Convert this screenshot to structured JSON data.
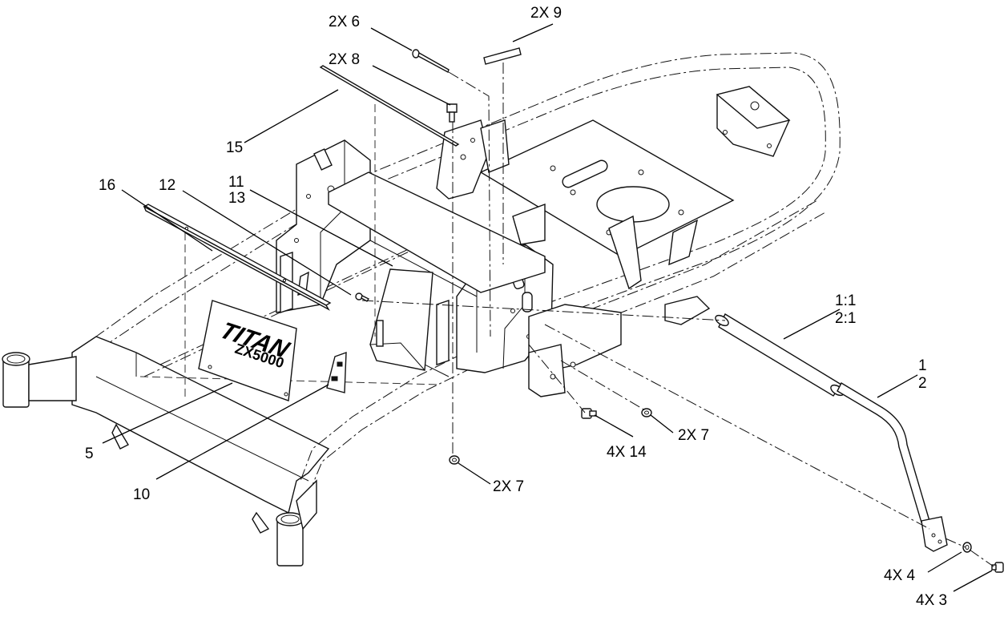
{
  "diagram": {
    "decal": {
      "brand": "TITAN",
      "model": "ZX5000"
    },
    "callouts": [
      {
        "id": "c-2x6",
        "text": "2X 6"
      },
      {
        "id": "c-2x9",
        "text": "2X 9"
      },
      {
        "id": "c-2x8",
        "text": "2X 8"
      },
      {
        "id": "c-15",
        "text": "15"
      },
      {
        "id": "c-16",
        "text": "16"
      },
      {
        "id": "c-12",
        "text": "12"
      },
      {
        "id": "c-11",
        "text": "11"
      },
      {
        "id": "c-13",
        "text": "13"
      },
      {
        "id": "c-1-1",
        "text": "1:1"
      },
      {
        "id": "c-2-1",
        "text": "2:1"
      },
      {
        "id": "c-1",
        "text": "1"
      },
      {
        "id": "c-2",
        "text": "2"
      },
      {
        "id": "c-2x7a",
        "text": "2X 7"
      },
      {
        "id": "c-4x14",
        "text": "4X 14"
      },
      {
        "id": "c-5",
        "text": "5"
      },
      {
        "id": "c-10",
        "text": "10"
      },
      {
        "id": "c-2x7b",
        "text": "2X 7"
      },
      {
        "id": "c-4x4",
        "text": "4X 4"
      },
      {
        "id": "c-4x3",
        "text": "4X 3"
      }
    ]
  }
}
